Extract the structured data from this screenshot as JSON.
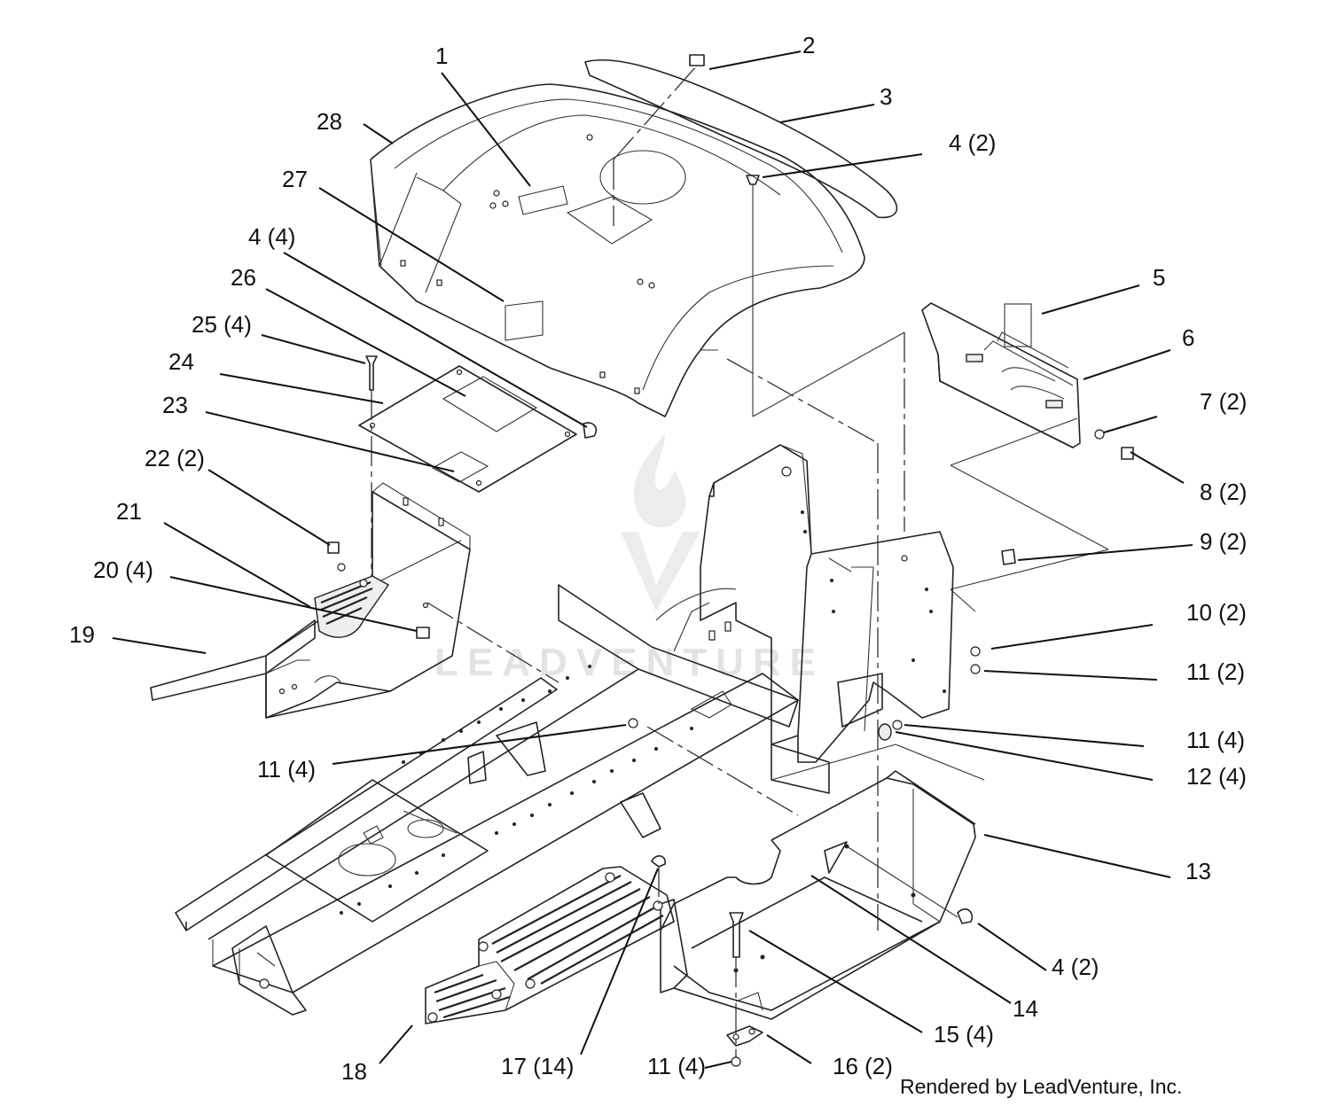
{
  "callouts": [
    {
      "id": "c1",
      "text": "1"
    },
    {
      "id": "c2",
      "text": "2"
    },
    {
      "id": "c3",
      "text": "3"
    },
    {
      "id": "c4a",
      "text": "4 (2)"
    },
    {
      "id": "c28",
      "text": "28"
    },
    {
      "id": "c27",
      "text": "27"
    },
    {
      "id": "c4b",
      "text": "4 (4)"
    },
    {
      "id": "c26",
      "text": "26"
    },
    {
      "id": "c25",
      "text": "25 (4)"
    },
    {
      "id": "c24",
      "text": "24"
    },
    {
      "id": "c23",
      "text": "23"
    },
    {
      "id": "c22",
      "text": "22 (2)"
    },
    {
      "id": "c21",
      "text": "21"
    },
    {
      "id": "c20",
      "text": "20 (4)"
    },
    {
      "id": "c19",
      "text": "19"
    },
    {
      "id": "c5",
      "text": "5"
    },
    {
      "id": "c6",
      "text": "6"
    },
    {
      "id": "c7",
      "text": "7 (2)"
    },
    {
      "id": "c8",
      "text": "8 (2)"
    },
    {
      "id": "c9",
      "text": "9 (2)"
    },
    {
      "id": "c10",
      "text": "10 (2)"
    },
    {
      "id": "c11a",
      "text": "11 (2)"
    },
    {
      "id": "c11b",
      "text": "11 (4)"
    },
    {
      "id": "c12",
      "text": "12 (4)"
    },
    {
      "id": "c11c",
      "text": "11 (4)"
    },
    {
      "id": "c13",
      "text": "13"
    },
    {
      "id": "c4c",
      "text": "4 (2)"
    },
    {
      "id": "c14",
      "text": "14"
    },
    {
      "id": "c15",
      "text": "15 (4)"
    },
    {
      "id": "c16",
      "text": "16 (2)"
    },
    {
      "id": "c18",
      "text": "18"
    },
    {
      "id": "c17",
      "text": "17 (14)"
    },
    {
      "id": "c11d",
      "text": "11 (4)"
    }
  ],
  "credit": "Rendered by LeadVenture, Inc.",
  "watermark": "LEADVENTURE"
}
